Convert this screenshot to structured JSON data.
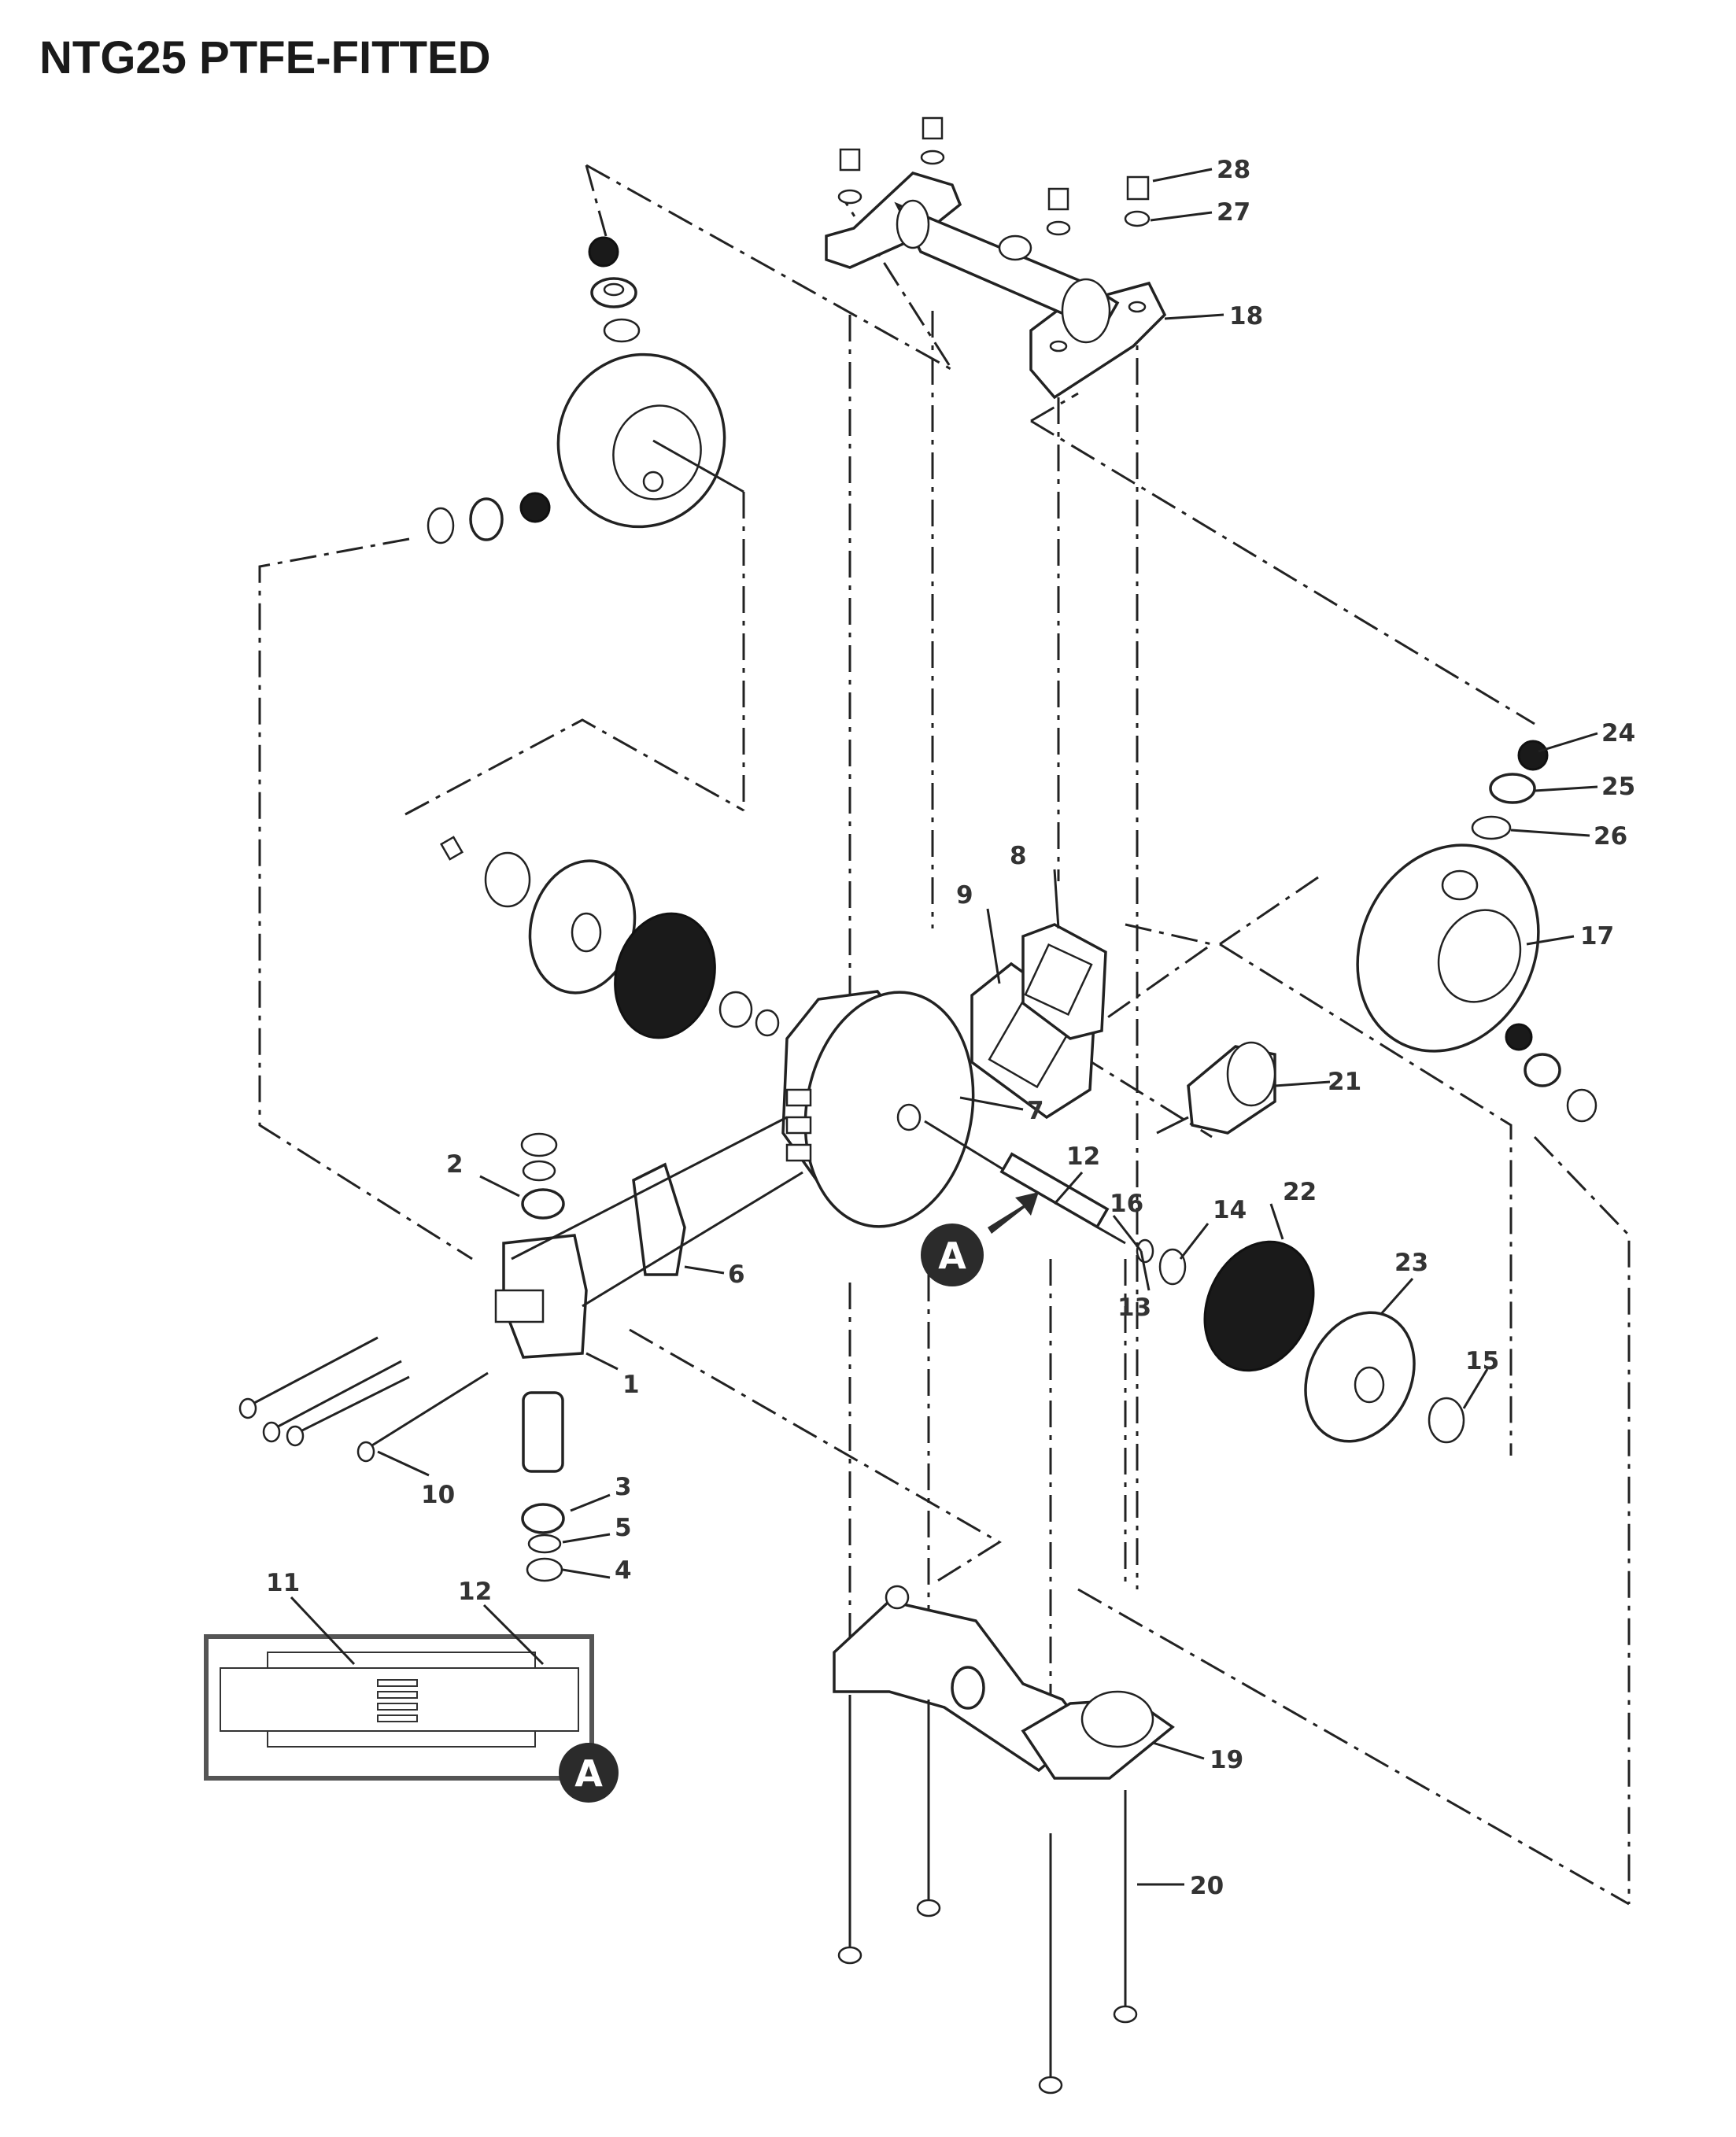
{
  "title": "NTG25 PTFE-FITTED",
  "callout_letter": "A",
  "parts": [
    {
      "ref": "1"
    },
    {
      "ref": "2"
    },
    {
      "ref": "3"
    },
    {
      "ref": "4"
    },
    {
      "ref": "5"
    },
    {
      "ref": "6"
    },
    {
      "ref": "7"
    },
    {
      "ref": "8"
    },
    {
      "ref": "9"
    },
    {
      "ref": "10"
    },
    {
      "ref": "11"
    },
    {
      "ref": "12"
    },
    {
      "ref": "12"
    },
    {
      "ref": "13"
    },
    {
      "ref": "14"
    },
    {
      "ref": "15"
    },
    {
      "ref": "16"
    },
    {
      "ref": "17"
    },
    {
      "ref": "18"
    },
    {
      "ref": "19"
    },
    {
      "ref": "20"
    },
    {
      "ref": "21"
    },
    {
      "ref": "22"
    },
    {
      "ref": "23"
    },
    {
      "ref": "24"
    },
    {
      "ref": "25"
    },
    {
      "ref": "26"
    },
    {
      "ref": "27"
    },
    {
      "ref": "28"
    }
  ]
}
